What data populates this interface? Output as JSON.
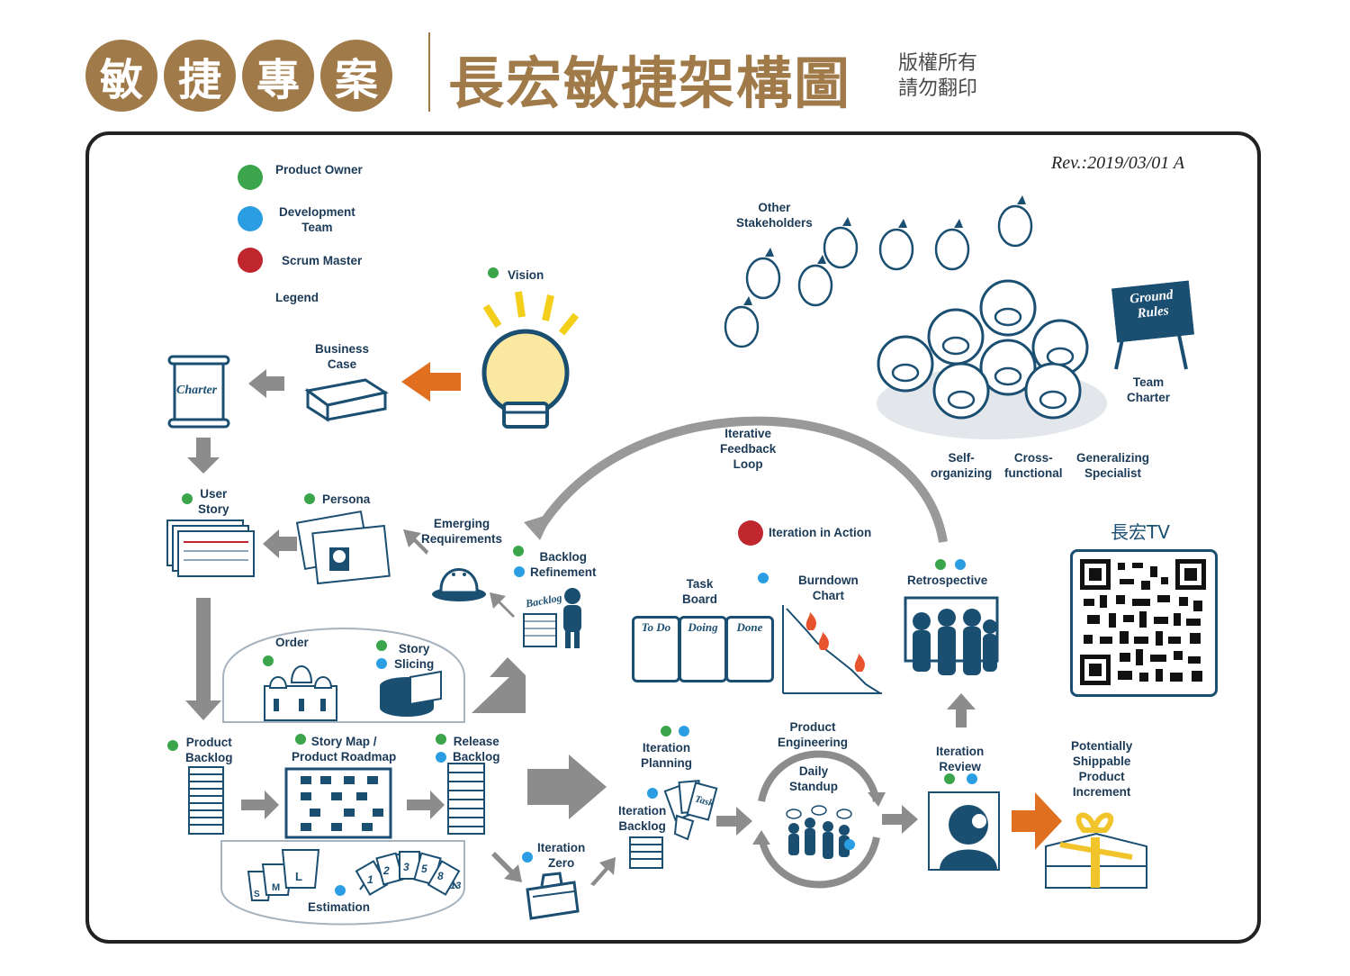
{
  "header": {
    "chars": [
      "敏",
      "捷",
      "專",
      "案"
    ],
    "title": "長宏敏捷架構圖",
    "copyright_line1": "版權所有",
    "copyright_line2": "請勿翻印"
  },
  "revision": "Rev.:2019/03/01  A",
  "legend": {
    "product_owner": "Product Owner",
    "development_team": "Development\nTeam",
    "scrum_master": "Scrum Master",
    "title": "Legend"
  },
  "labels": {
    "vision": "Vision",
    "business_case": "Business\nCase",
    "charter": "Charter",
    "user_story": "User\nStory",
    "persona": "Persona",
    "emerging_requirements": "Emerging\nRequirements",
    "backlog_refinement": "Backlog\nRefinement",
    "backlog_sign": "Backlog",
    "order": "Order",
    "story_slicing": "Story\nSlicing",
    "product_backlog": "Product\nBacklog",
    "story_map": "Story Map /\nProduct Roadmap",
    "release_backlog": "Release\nBacklog",
    "estimation": "Estimation",
    "iteration_zero": "Iteration\nZero",
    "iteration_planning": "Iteration\nPlanning",
    "iteration_backlog": "Iteration\nBacklog",
    "task_card": "Task",
    "product_engineering": "Product\nEngineering",
    "daily_standup": "Daily\nStandup",
    "iteration_review": "Iteration\nReview",
    "potentially_shippable": "Potentially\nShippable\nProduct\nIncrement",
    "iterative_feedback_loop": "Iterative\nFeedback\nLoop",
    "iteration_in_action": "Iteration in Action",
    "task_board": "Task\nBoard",
    "burndown_chart": "Burndown\nChart",
    "retrospective": "Retrospective",
    "other_stakeholders": "Other\nStakeholders",
    "ground_rules": "Ground\nRules",
    "team_charter": "Team\nCharter",
    "self_organizing": "Self-\norganizing",
    "cross_functional": "Cross-\nfunctional",
    "generalizing_specialist": "Generalizing\nSpecialist",
    "tv": "長宏TV"
  },
  "task_board_columns": [
    "To Do",
    "Doing",
    "Done"
  ],
  "estimation_sizes": [
    "S",
    "M",
    "L"
  ],
  "estimation_cards": [
    "1",
    "2",
    "3",
    "5",
    "8",
    "13"
  ],
  "colors": {
    "brand": "#a07a49",
    "navy": "#1b4f72",
    "product_owner": "#3aa54a",
    "development_team": "#2b9ee3",
    "scrum_master": "#c0262d",
    "arrow_gray": "#8c8c8c",
    "arrow_orange": "#e07020"
  }
}
